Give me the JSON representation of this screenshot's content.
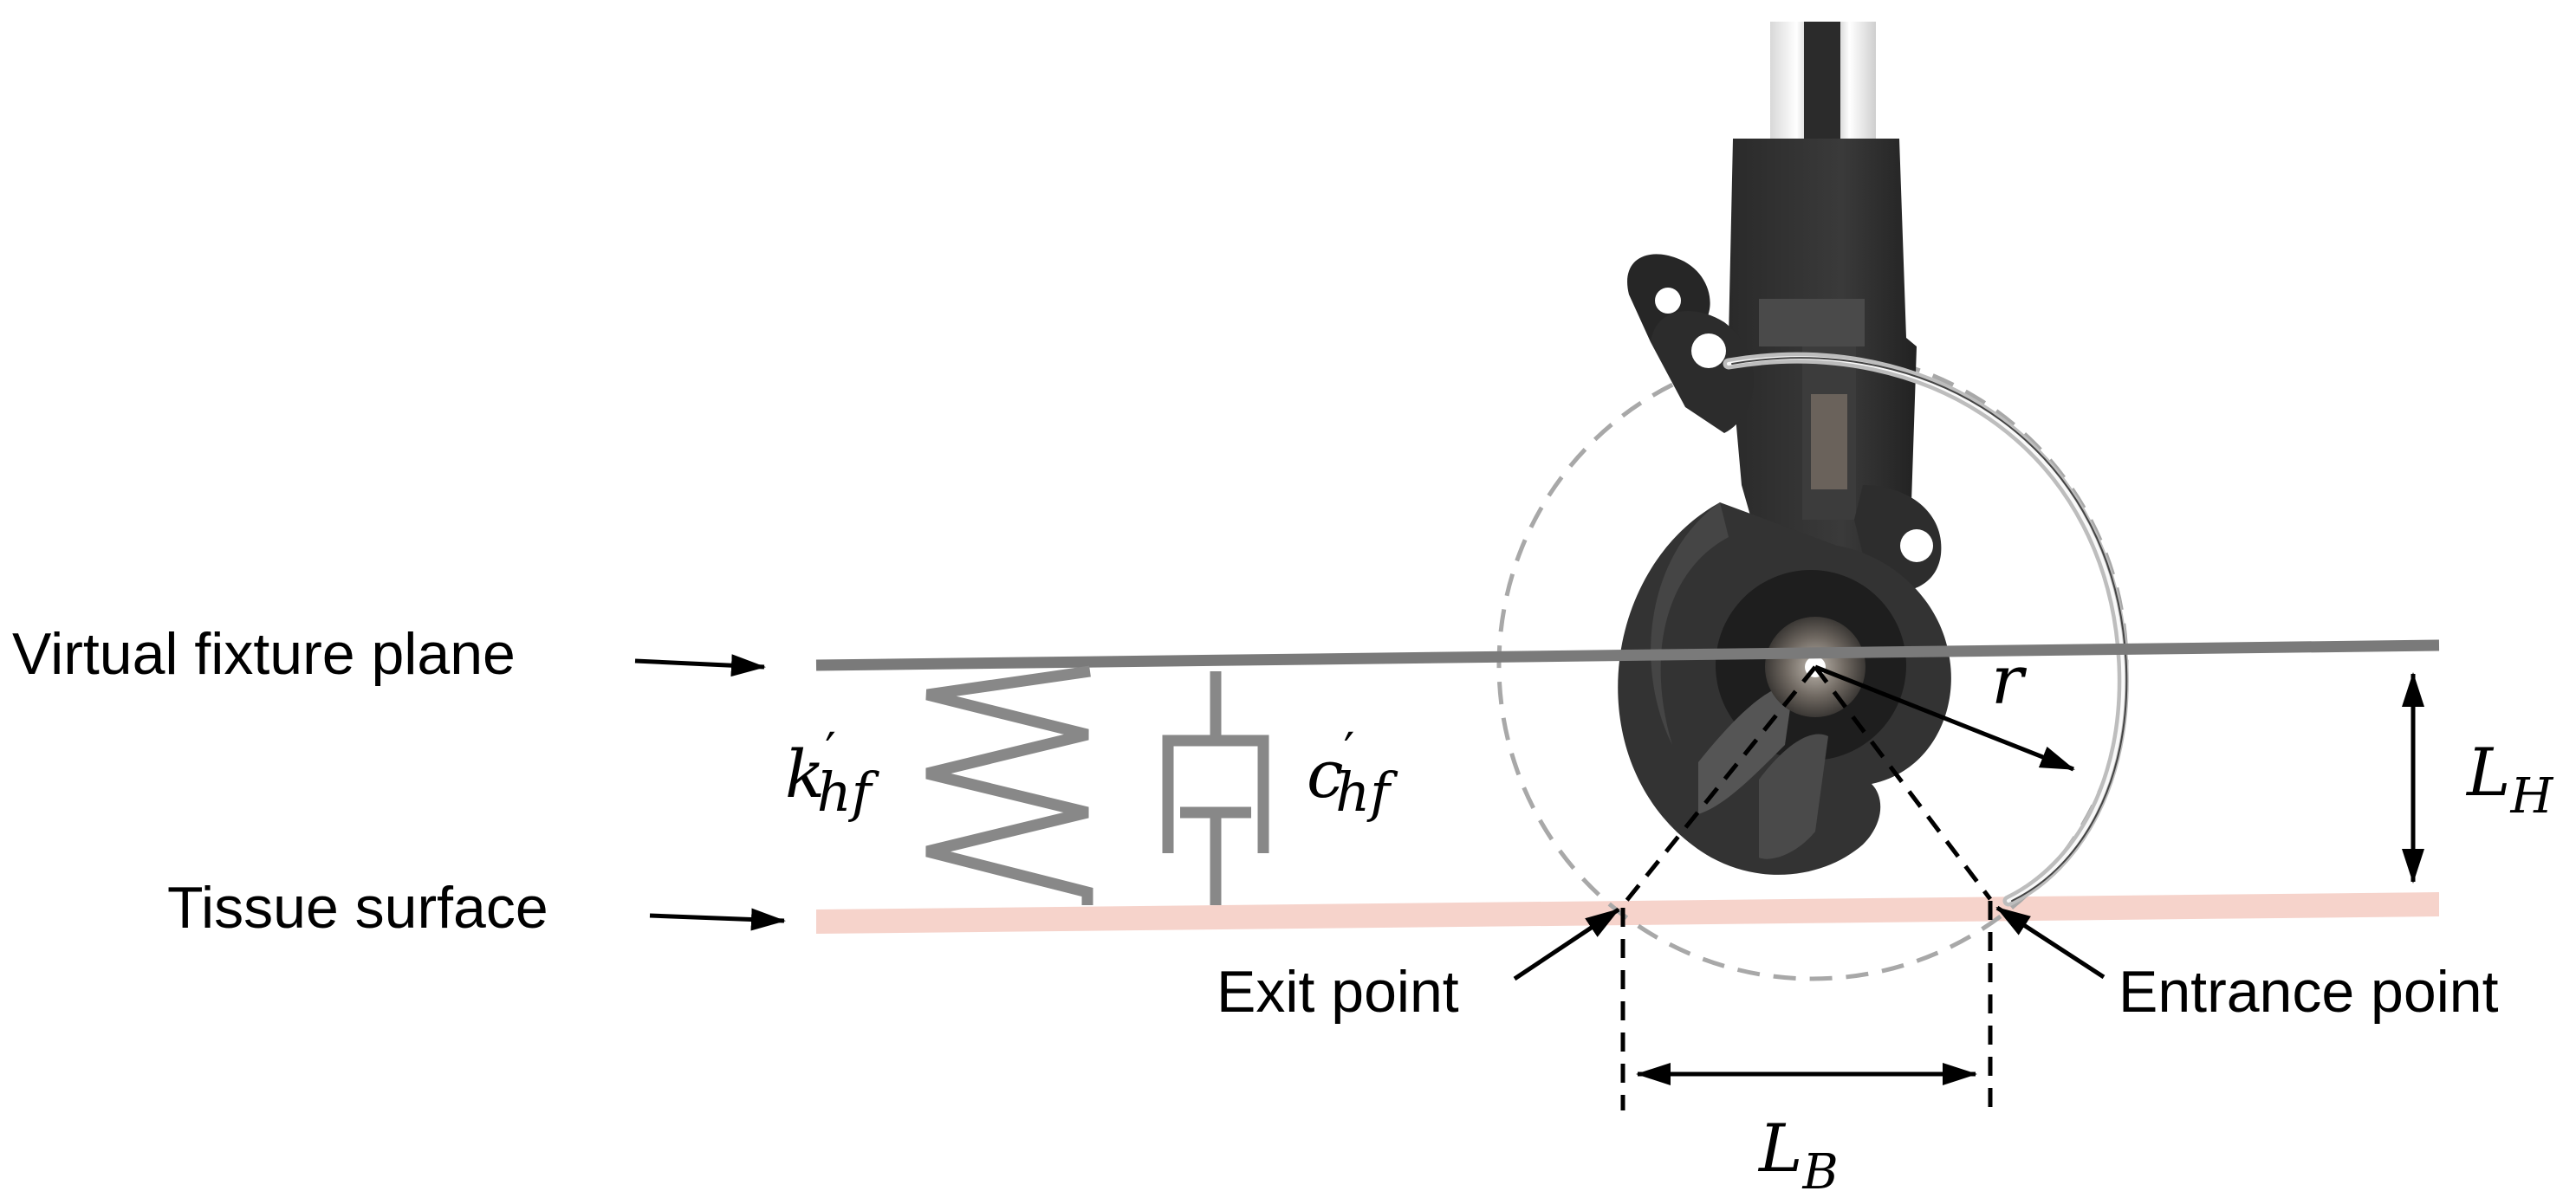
{
  "labels": {
    "virtual_fixture_plane": "Virtual fixture plane",
    "tissue_surface": "Tissue surface",
    "exit_point": "Exit point",
    "entrance_point": "Entrance point"
  },
  "symbols": {
    "stiffness": {
      "base": "k",
      "prime": "′",
      "sub": "hf"
    },
    "damping": {
      "base": "c",
      "prime": "′",
      "sub": "hf"
    },
    "radius": {
      "base": "r"
    },
    "height": {
      "base": "L",
      "sub": "H"
    },
    "base_length": {
      "base": "L",
      "sub": "B"
    }
  },
  "colors": {
    "plane_line": "#7a7a7a",
    "tissue": "#f6d3cb",
    "spring_damper": "#888888",
    "dashed_circle": "#a8a8a8",
    "tool_dark": "#2e2e2e",
    "needle": "#b9b9b9"
  }
}
